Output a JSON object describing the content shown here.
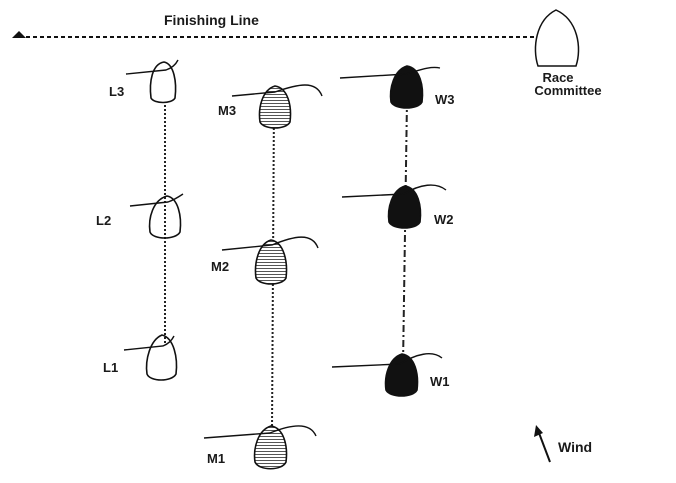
{
  "finish": {
    "label": "Finishing Line"
  },
  "committee": {
    "line1": "Race",
    "line2": "Committee"
  },
  "columns": [
    {
      "kind": "light",
      "boats": [
        "L1",
        "L2",
        "L3"
      ]
    },
    {
      "kind": "medium",
      "boats": [
        "M1",
        "M2",
        "M3"
      ]
    },
    {
      "kind": "dark",
      "boats": [
        "W1",
        "W2",
        "W3"
      ]
    }
  ],
  "wind": {
    "label": "Wind"
  }
}
